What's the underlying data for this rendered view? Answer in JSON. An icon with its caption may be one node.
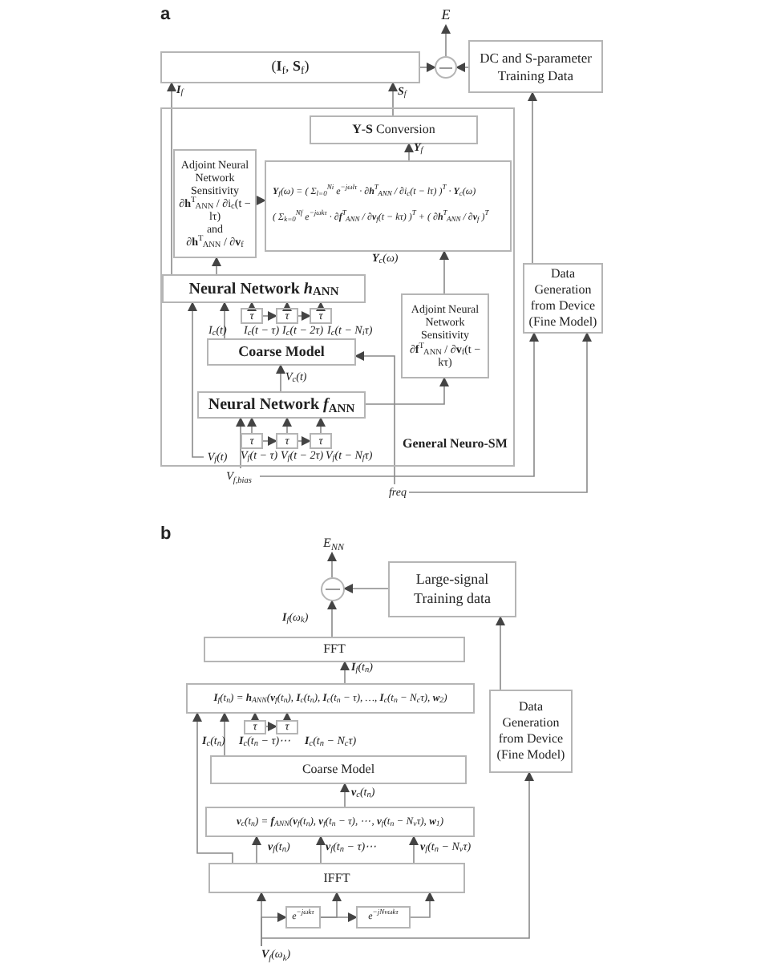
{
  "diagram": {
    "nodes": [
      {
        "text": [
          "(**I**$_{f}$, **S**$_{f}$)"
        ]
      },
      {
        "text": [],
        "shape": "circle"
      },
      {
        "text": [
          "E"
        ]
      },
      {
        "text": [
          "DC and S-parameter Training Data"
        ]
      },
      {
        "text": [
          "General Neuro-SM"
        ]
      },
      {
        "text": [
          "**Y**-**S** Conversion"
        ],
        "in": 4
      },
      {
        "text": [
          "Adjoint Neural Network Sensitivity",
          "∂**h**$^{T}$$_{ANN}$ / ∂i$_{c}$(t − lτ)",
          "and",
          "∂**h**$^{T}$$_{ANN}$ / ∂**v**$_{f}$"
        ],
        "in": 4
      },
      {
        "text": [
          "**Y**$_{f}$(ω) = ( Σ$_{l=0}$$^{Ni}$ e$^{−jωlτ}$ · ∂**h**$^{T}$$_{ANN}$ / ∂i$_{c}$(t − lτ) )$^{T}$ · **Y**$_{c}$(ω)",
          "( Σ$_{k=0}$$^{Nf}$ e$^{−jωkτ}$ · ∂**f**$^{T}$$_{ANN}$ / ∂**v**$_{f}$(t − kτ) )$^{T}$ + ( ∂**h**$^{T}$$_{ANN}$ / ∂**v**$_{f}$ )$^{T}$"
        ],
        "in": 4
      },
      {
        "text": [
          "Neural Network *h*$_{ANN}$"
        ],
        "in": 4
      },
      {
        "text": [
          "τ"
        ],
        "in": 4
      },
      {
        "text": [
          "τ"
        ],
        "in": 4
      },
      {
        "text": [
          "τ"
        ],
        "in": 4
      },
      {
        "text": [
          "Coarse Model"
        ],
        "in": 4
      },
      {
        "text": [
          "Neural Network *f*$_{ANN}$"
        ],
        "in": 4
      },
      {
        "text": [
          "τ"
        ],
        "in": 4
      },
      {
        "text": [
          "τ"
        ],
        "in": 4
      },
      {
        "text": [
          "τ"
        ],
        "in": 4
      },
      {
        "text": [
          "Adjoint Neural Network Sensitivity",
          "∂**f**$^{T}$$_{ANN}$ / ∂**v**$_{f}$(t − kτ)"
        ],
        "in": 4
      },
      {
        "text": [
          "Data Generation from Device (Fine Model)"
        ]
      },
      {
        "text": [
          "E$_{NN}$"
        ]
      },
      {
        "text": [],
        "shape": "circle"
      },
      {
        "text": [
          "Large-signal Training data"
        ]
      },
      {
        "text": [
          "FFT"
        ]
      },
      {
        "text": [
          "**I**$_{f}$(t$_{n}$) = **h**$_{ANN}$(**v**$_{f}$(t$_{n}$), **I**$_{c}$(t$_{n}$), **I**$_{c}$(t$_{n}$ − τ), …, **I**$_{c}$(t$_{n}$ − N$_{c}$τ), **w**$_{2}$)"
        ]
      },
      {
        "text": [
          "τ"
        ]
      },
      {
        "text": [
          "τ"
        ]
      },
      {
        "text": [
          "Data Generation from Device (Fine Model)"
        ]
      },
      {
        "text": [
          "Coarse Model"
        ]
      },
      {
        "text": [
          "**v**$_{c}$(t$_{n}$) = **f**$_{ANN}$(**v**$_{f}$(t$_{n}$), **v**$_{f}$(t$_{n}$ − τ), ⋯, **v**$_{f}$(t$_{n}$ − N$_{v}$τ), **w**$_{1}$)"
        ]
      },
      {
        "text": [
          "IFFT"
        ]
      },
      {
        "text": [
          "e$^{−jωkτ}$"
        ]
      },
      {
        "text": [
          "e$^{−jNvωkτ}$"
        ]
      },
      {
        "text": [
          "V$_{f}$(t)"
        ],
        "in": 4
      },
      {
        "text": [
          "V$_{f,bias}$"
        ]
      },
      {
        "text": [
          "freq"
        ]
      },
      {
        "text": [
          "**V**$_{f}$(ω$_{k}$)"
        ]
      }
    ],
    "edges": [
      {
        "from": 8,
        "to": 0,
        "arrow": "to"
      },
      {
        "from": 5,
        "to": 0,
        "arrow": "to"
      },
      {
        "from": 7,
        "to": 5,
        "arrow": "to"
      },
      {
        "from": 6,
        "to": 7,
        "arrow": "to"
      },
      {
        "from": 8,
        "to": 6,
        "arrow": "to"
      },
      {
        "from": 17,
        "to": 7,
        "arrow": "to"
      },
      {
        "from": 0,
        "to": 1,
        "arrow": "to"
      },
      {
        "from": 3,
        "to": 1,
        "arrow": "to"
      },
      {
        "from": 1,
        "to": 2,
        "arrow": "to"
      },
      {
        "from": 18,
        "to": 3,
        "arrow": "to"
      },
      {
        "from": 12,
        "to": 8,
        "arrow": "to"
      },
      {
        "from": 9,
        "to": 10,
        "arrow": "to"
      },
      {
        "from": 10,
        "to": 11,
        "arrow": "to"
      },
      {
        "from": 9,
        "to": 8,
        "arrow": "to"
      },
      {
        "from": 10,
        "to": 8,
        "arrow": "to"
      },
      {
        "from": 11,
        "to": 8,
        "arrow": "to"
      },
      {
        "from": 13,
        "to": 12,
        "arrow": "to"
      },
      {
        "from": 33,
        "to": 13,
        "arrow": "to"
      },
      {
        "from": 14,
        "to": 15,
        "arrow": "to"
      },
      {
        "from": 15,
        "to": 16,
        "arrow": "to"
      },
      {
        "from": 14,
        "to": 13,
        "arrow": "to"
      },
      {
        "from": 15,
        "to": 13,
        "arrow": "to"
      },
      {
        "from": 16,
        "to": 13,
        "arrow": "to"
      },
      {
        "from": 13,
        "to": 17,
        "arrow": "to"
      },
      {
        "from": 32,
        "to": 8,
        "arrow": "to"
      },
      {
        "from": 33,
        "to": 18,
        "arrow": "to"
      },
      {
        "from": 34,
        "to": 18,
        "arrow": "to"
      },
      {
        "from": 34,
        "to": 12,
        "arrow": "to"
      },
      {
        "from": 22,
        "to": 20,
        "arrow": "to"
      },
      {
        "from": 21,
        "to": 20,
        "arrow": "to"
      },
      {
        "from": 20,
        "to": 19,
        "arrow": "to"
      },
      {
        "from": 26,
        "to": 21,
        "arrow": "to"
      },
      {
        "from": 23,
        "to": 22,
        "arrow": "to"
      },
      {
        "from": 27,
        "to": 23,
        "arrow": "to"
      },
      {
        "from": 24,
        "to": 25,
        "arrow": "to"
      },
      {
        "from": 24,
        "to": 23,
        "arrow": "to"
      },
      {
        "from": 25,
        "to": 23,
        "arrow": "to"
      },
      {
        "from": 28,
        "to": 27,
        "arrow": "to"
      },
      {
        "from": 29,
        "to": 28,
        "arrow": "to"
      },
      {
        "from": 29,
        "to": 28,
        "arrow": "to"
      },
      {
        "from": 29,
        "to": 28,
        "arrow": "to"
      },
      {
        "from": 29,
        "to": 23,
        "arrow": "to"
      },
      {
        "from": 35,
        "to": 29,
        "arrow": "to"
      },
      {
        "from": 35,
        "to": 30,
        "arrow": "to"
      },
      {
        "from": 30,
        "to": 31,
        "arrow": "to"
      },
      {
        "from": 30,
        "to": 29,
        "arrow": "to"
      },
      {
        "from": 31,
        "to": 29,
        "arrow": "to"
      },
      {
        "from": 35,
        "to": 26,
        "arrow": "to"
      }
    ],
    "labels": [
      "a",
      "**I**$_{f}$",
      "**S**$_{f}$",
      "**Y**$_{f}$",
      "**Y**$_{c}$(ω)",
      "I$_{c}$(t)",
      "I$_{c}$(t − τ)",
      "I$_{c}$(t − 2τ)",
      "I$_{c}$(t − N$_{i}$τ)",
      "V$_{c}$(t)",
      "V$_{f}$(t − τ)",
      "V$_{f}$(t − 2τ)",
      "V$_{f}$(t − N$_{f}$τ)",
      "b",
      "**I**$_{f}$(ω$_{k}$)",
      "**I**$_{f}$(t$_{n}$)",
      "**I**$_{c}$(t$_{n}$)",
      "**I**$_{c}$(t$_{n}$ − τ)⋯",
      "**I**$_{c}$(t$_{n}$ − N$_{c}$τ)",
      "**v**$_{c}$(t$_{n}$)",
      "**v**$_{f}$(t$_{n}$)",
      "**v**$_{f}$(t$_{n}$ − τ)⋯",
      "**v**$_{f}$(t$_{n}$ − N$_{v}$τ)"
    ]
  }
}
